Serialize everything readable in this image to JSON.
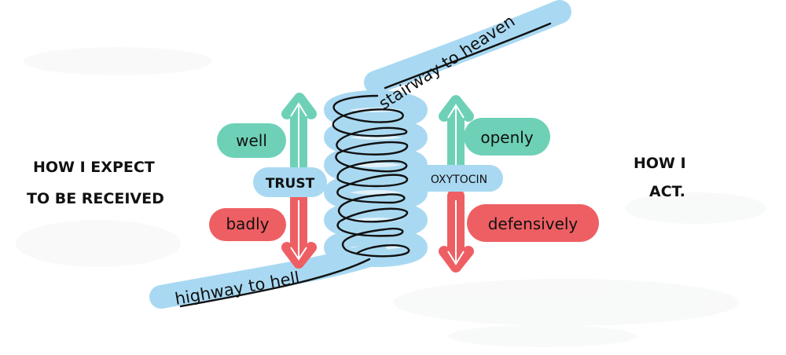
{
  "left_heading": [
    "HOW I EXPECT",
    "TO BE RECEIVED"
  ],
  "right_heading": [
    "HOW I",
    "ACT."
  ],
  "left_scale": {
    "center_label": "TRUST",
    "up_label": "well",
    "down_label": "badly"
  },
  "right_scale": {
    "center_label": "OXYTOCIN",
    "up_label": "openly",
    "down_label": "defensively"
  },
  "spiral_path": {
    "top_label": "stairway to heaven",
    "bottom_label": "highway to hell"
  },
  "colors": {
    "blue": "#a9d9f2",
    "teal": "#6ed1b7",
    "red": "#ee5f63",
    "ink": "#111111"
  }
}
